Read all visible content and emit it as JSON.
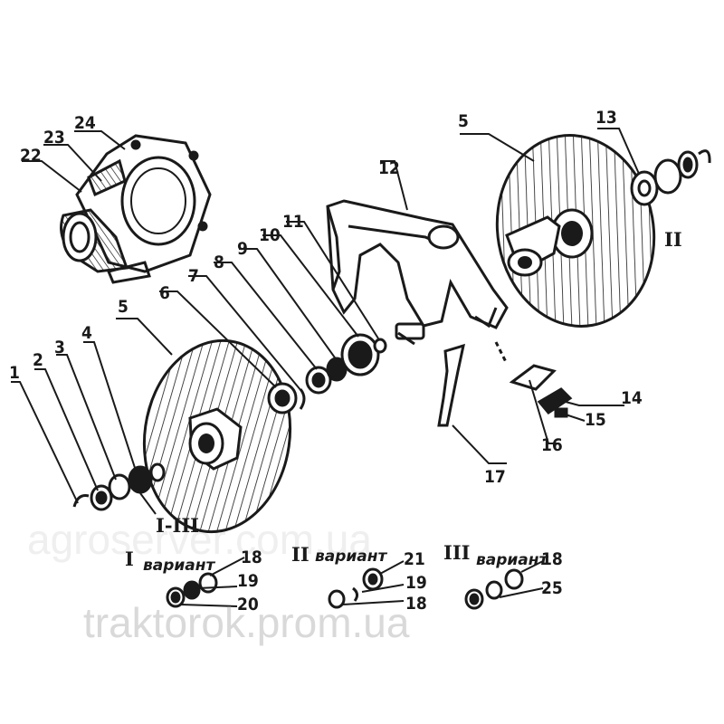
{
  "watermark": {
    "middle": "agroserver.com.ua",
    "bottom": "traktorok.prom.ua"
  },
  "part_labels": {
    "p1": "1",
    "p2": "2",
    "p3": "3",
    "p4": "4",
    "p5a": "5",
    "p5b": "5",
    "p6": "6",
    "p7": "7",
    "p8": "8",
    "p9": "9",
    "p10": "10",
    "p11": "11",
    "p12": "12",
    "p13": "13",
    "p14": "14",
    "p15": "15",
    "p16": "16",
    "p17": "17",
    "p22": "22",
    "p23": "23",
    "p24": "24"
  },
  "view_labels": {
    "v_ii_right": "II",
    "v_i_iii": "I-III"
  },
  "variants": {
    "v1": {
      "title_roman": "I",
      "title_word": "вариант",
      "l18": "18",
      "l19": "19",
      "l20": "20"
    },
    "v2": {
      "title_roman": "II",
      "title_word": "вариант",
      "l21": "21",
      "l19": "19",
      "l18": "18"
    },
    "v3": {
      "title_roman": "III",
      "title_word": "вариант",
      "l18": "18",
      "l25": "25"
    }
  },
  "colors": {
    "ink": "#1a1a1a",
    "paper": "#ffffff",
    "watermark": "#d9d9d9"
  }
}
